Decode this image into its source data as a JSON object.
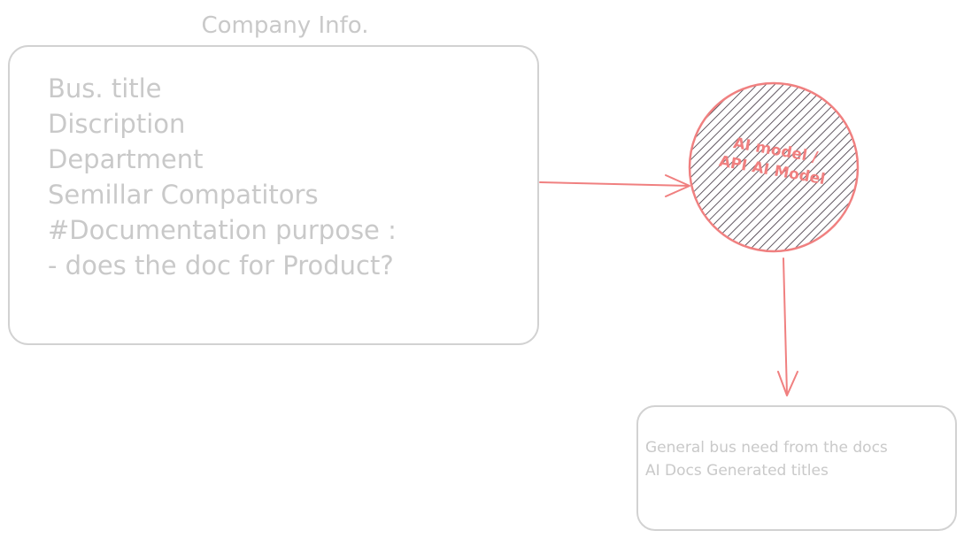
{
  "diagram": {
    "company_box": {
      "title": "Company Info.",
      "lines": [
        "Bus. title",
        "Discription",
        "Department",
        "Semillar Compatitors",
        "#Documentation purpose :",
        "- does the doc for Product?"
      ]
    },
    "model_node": {
      "lines": [
        "AI model /",
        "API AI Model"
      ]
    },
    "output_box": {
      "lines": [
        "General bus need from the docs",
        "AI Docs Generated titles"
      ]
    }
  },
  "colors": {
    "text_gray": "#c9c9c9",
    "box_border": "#d2d2d2",
    "accent_red": "#f08080",
    "hatch_dark": "#3b2f3b"
  }
}
